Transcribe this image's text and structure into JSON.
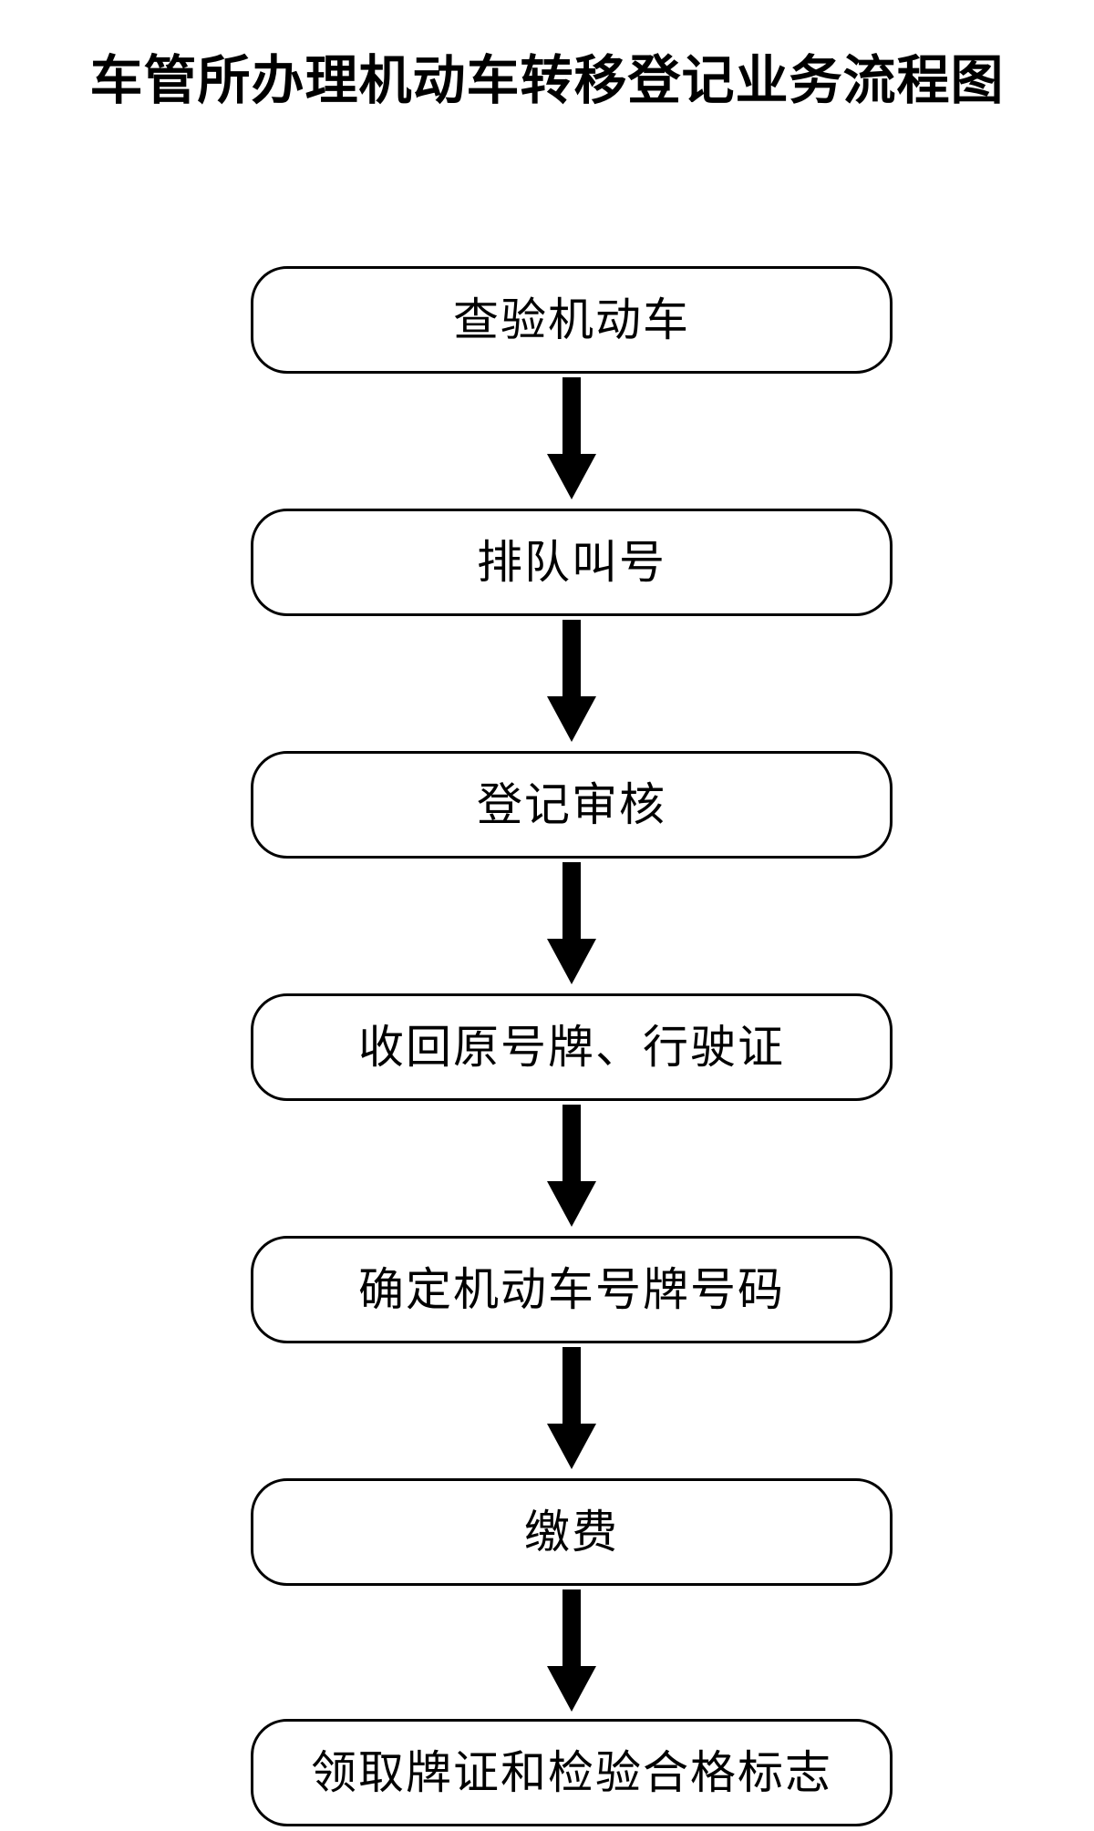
{
  "title": "车管所办理机动车转移登记业务流程图",
  "steps": [
    {
      "label": "查验机动车"
    },
    {
      "label": "排队叫号"
    },
    {
      "label": "登记审核"
    },
    {
      "label": "收回原号牌、行驶证"
    },
    {
      "label": "确定机动车号牌号码"
    },
    {
      "label": "缴费"
    },
    {
      "label": "领取牌证和检验合格标志"
    }
  ],
  "colors": {
    "stroke": "#000000",
    "background": "#ffffff"
  }
}
